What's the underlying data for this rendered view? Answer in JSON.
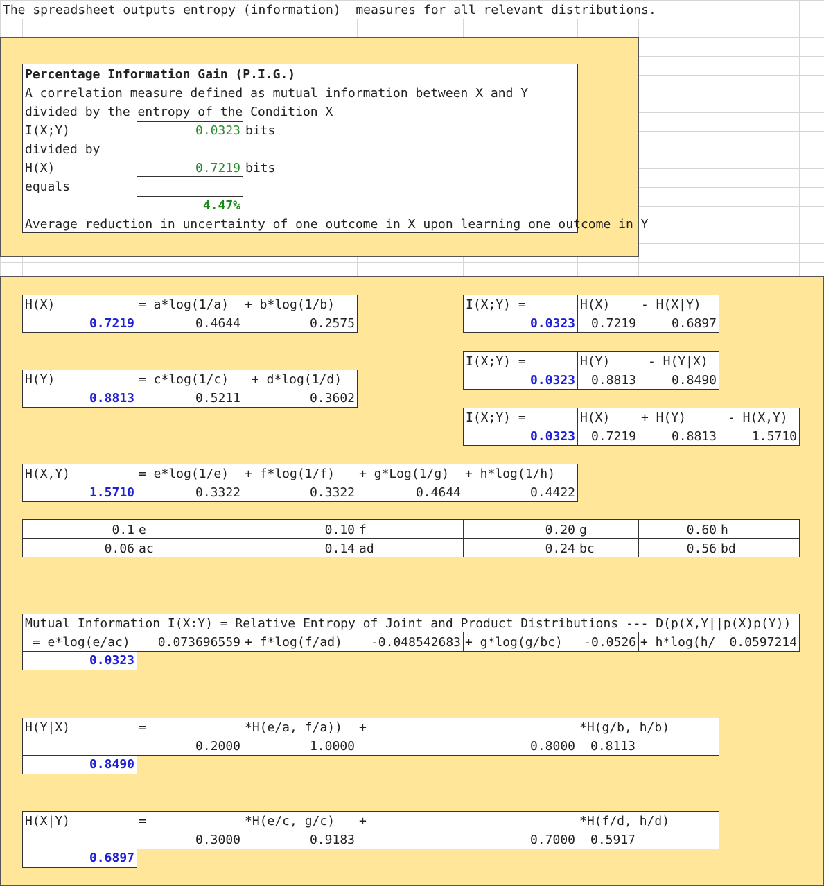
{
  "intro": "The spreadsheet outputs entropy (information)  measures for all relevant distributions.",
  "pig": {
    "title": "Percentage Information Gain (P.I.G.)",
    "desc1": "A correlation measure defined as mutual information between X and Y",
    "desc2": "divided by the entropy of the Condition X",
    "ixy_label": "I(X;Y)",
    "ixy_value": "0.0323",
    "bits1": "bits",
    "divided_by": "divided by",
    "hx_label": "H(X)",
    "hx_value": "0.7219",
    "bits2": "bits",
    "equals": "equals",
    "result": "4.47%",
    "summary": "Average reduction in uncertainty of one outcome in X upon learning one outcome in Y"
  },
  "hx": {
    "label": "H(X)",
    "f1": "= a*log(1/a)",
    "f2": "+ b*log(1/b)",
    "total": "0.7219",
    "v1": "0.4644",
    "v2": "0.2575"
  },
  "hy": {
    "label": "H(Y)",
    "f1": "= c*log(1/c)",
    "f2": "+ d*log(1/d)",
    "total": "0.8813",
    "v1": "0.5211",
    "v2": "0.3602"
  },
  "hxy": {
    "label": "H(X,Y)",
    "f1": "= e*log(1/e)",
    "f2": "+ f*log(1/f)",
    "f3": "+ g*Log(1/g)",
    "f4": "+ h*log(1/h)",
    "total": "1.5710",
    "v1": "0.3322",
    "v2": "0.3322",
    "v3": "0.4644",
    "v4": "0.4422"
  },
  "i1": {
    "label": "I(X;Y) =",
    "a": "H(X)",
    "b": "- H(X|Y)",
    "total": "0.0323",
    "va": "0.7219",
    "vb": "0.6897"
  },
  "i2": {
    "label": "I(X;Y) =",
    "a": "H(Y)",
    "b": "- H(Y|X)",
    "total": "0.0323",
    "va": "0.8813",
    "vb": "0.8490"
  },
  "i3": {
    "label": "I(X;Y) =",
    "a": "H(X)",
    "b": "+ H(Y)",
    "c": "- H(X,Y)",
    "total": "0.0323",
    "va": "0.7219",
    "vb": "0.8813",
    "vc": "1.5710"
  },
  "probs": {
    "row1": [
      {
        "v": "0.1",
        "n": "e"
      },
      {
        "v": "0.10",
        "n": "f"
      },
      {
        "v": "0.20",
        "n": "g"
      },
      {
        "v": "0.60",
        "n": "h"
      }
    ],
    "row2": [
      {
        "v": "0.06",
        "n": "ac"
      },
      {
        "v": "0.14",
        "n": "ad"
      },
      {
        "v": "0.24",
        "n": "bc"
      },
      {
        "v": "0.56",
        "n": "bd"
      }
    ]
  },
  "mi": {
    "title": "Mutual Information I(X:Y) = Relative Entropy of Joint and Product Distributions --- D(p(X,Y||p(X)p(Y))",
    "f1": " = e*log(e/ac)",
    "v1": "0.073696559",
    "f2": "+ f*log(f/ad)",
    "v2": "-0.048542683",
    "f3": "+ g*log(g/bc)",
    "v3": "-0.0526",
    "f4": "+ h*log(h/",
    "v4": "0.0597214",
    "total": "0.0323"
  },
  "hyx": {
    "label": "H(Y|X)",
    "eq": "=",
    "t1": "*H(e/a, f/a))",
    "plus": "+",
    "t2": "*H(g/b, h/b)",
    "w1": "0.2000",
    "h1": "1.0000",
    "w2": "0.8000",
    "h2": "0.8113",
    "total": "0.8490"
  },
  "hxgy": {
    "label": "H(X|Y)",
    "eq": "=",
    "t1": "*H(e/c, g/c)",
    "plus": "+",
    "t2": "*H(f/d, h/d)",
    "w1": "0.3000",
    "h1": "0.9183",
    "w2": "0.7000",
    "h2": "0.5917",
    "total": "0.6897"
  }
}
